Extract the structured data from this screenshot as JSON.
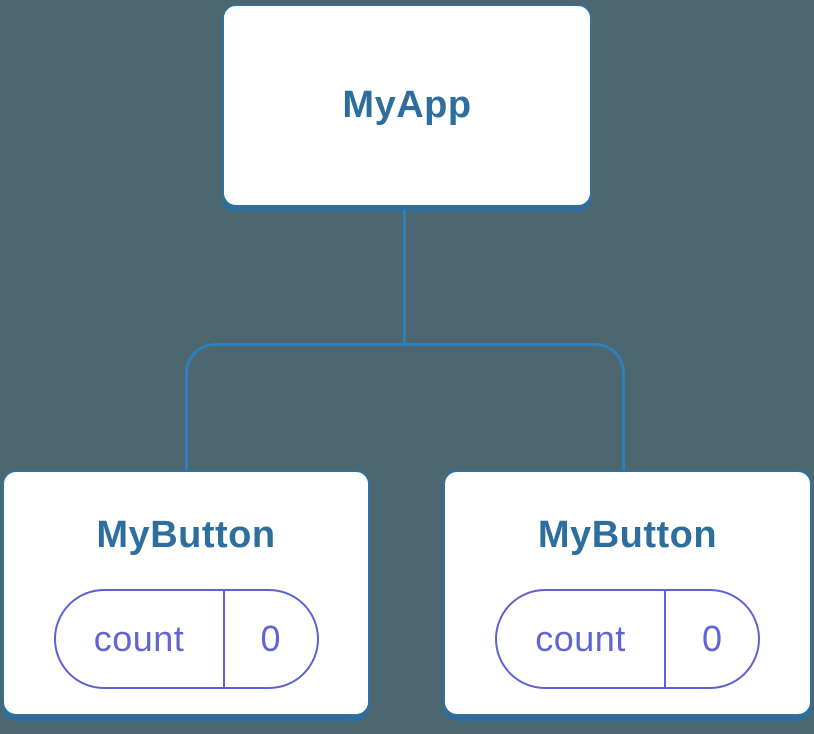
{
  "diagram": {
    "type": "component-tree",
    "colors": {
      "background": "#4C6770",
      "connector_blue": "#2F80BA",
      "box_border_blue": "#31719B",
      "box_shadow_blue": "#2E6E9D",
      "title_blue": "#2E6E9E",
      "state_indigo": "#6165D2",
      "box_fill": "#FFFFFF"
    },
    "root": {
      "label": "MyApp"
    },
    "children": [
      {
        "label": "MyButton",
        "state": {
          "key": "count",
          "value": "0"
        }
      },
      {
        "label": "MyButton",
        "state": {
          "key": "count",
          "value": "0"
        }
      }
    ]
  }
}
